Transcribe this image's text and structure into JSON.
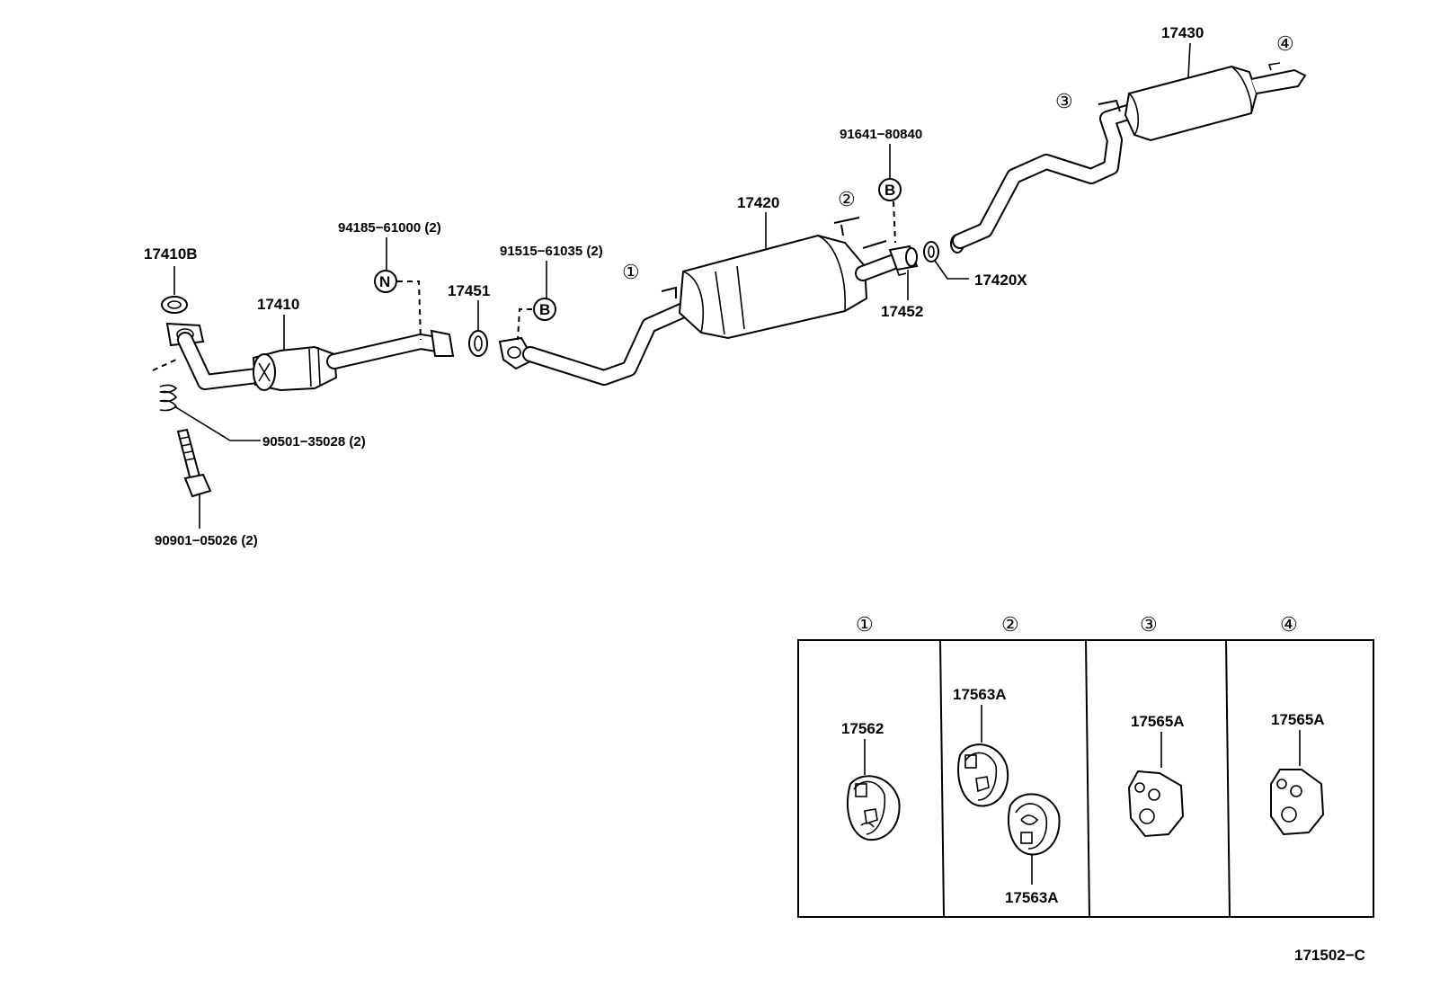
{
  "labels": {
    "p17410B": "17410B",
    "p17410": "17410",
    "p94185": "94185−61000 (2)",
    "p17451": "17451",
    "p91515": "91515−61035 (2)",
    "p17420": "17420",
    "p91641": "91641−80840",
    "p17452": "17452",
    "p17420X": "17420X",
    "p17430": "17430",
    "p90501": "90501−35028 (2)",
    "p90901": "90901−05026 (2)",
    "p17562": "17562",
    "p17563A_top": "17563A",
    "p17563A_bottom": "17563A",
    "p17565A_3": "17565A",
    "p17565A_4": "17565A"
  },
  "callouts": {
    "c1": "①",
    "c2": "②",
    "c3": "③",
    "c4": "④",
    "table1": "①",
    "table2": "②",
    "table3": "③",
    "table4": "④"
  },
  "symbols": {
    "n": "N",
    "b1": "B",
    "b2": "B"
  },
  "diagram_code": "171502−C"
}
